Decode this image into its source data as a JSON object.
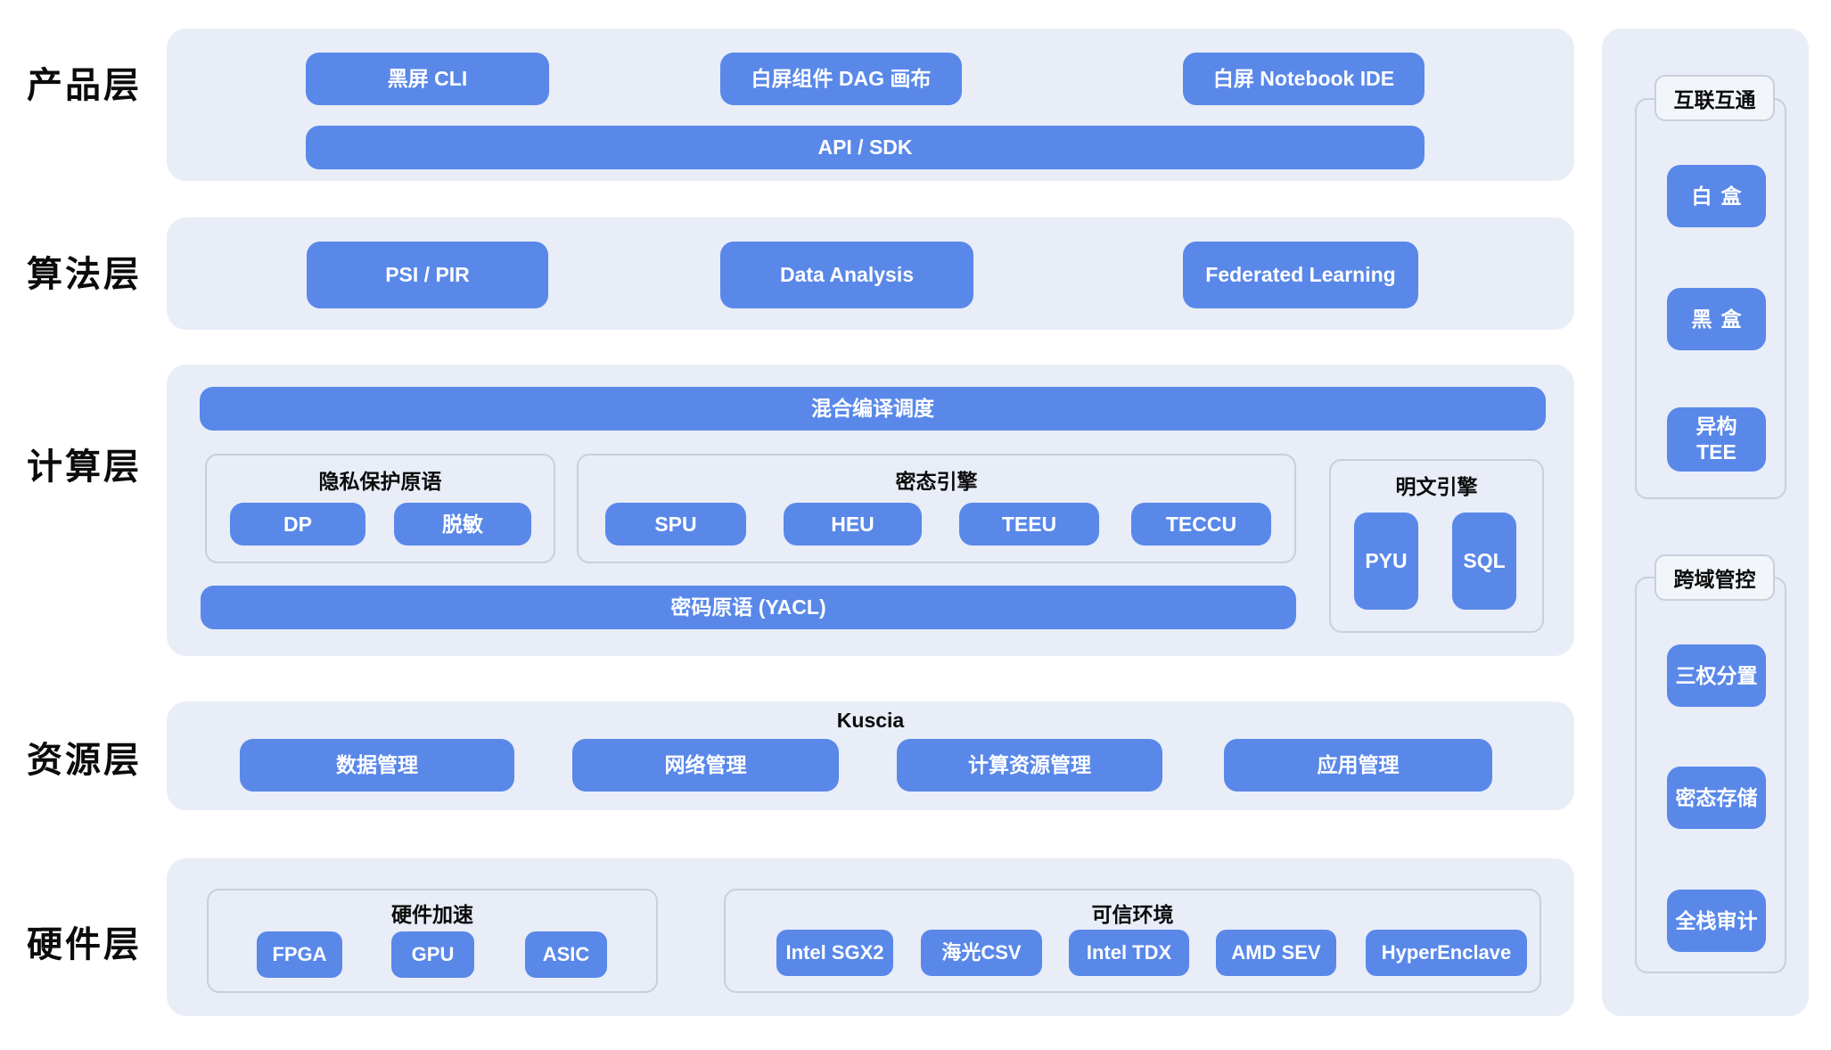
{
  "colors": {
    "accent": "#5988E9",
    "panel_bg": "#E8EDF7",
    "group_border": "#C9CFDB",
    "tab_bg": "#F2F6FB",
    "text": "#0B0B0B",
    "button_text": "#FFFFFF"
  },
  "layers": {
    "product": {
      "label": "产品层",
      "cli": "黑屏 CLI",
      "dag_canvas": "白屏组件 DAG 画布",
      "notebook_ide": "白屏 Notebook IDE",
      "api_sdk": "API / SDK"
    },
    "algorithm": {
      "label": "算法层",
      "psi_pir": "PSI / PIR",
      "data_analysis": "Data Analysis",
      "federated_learning": "Federated Learning"
    },
    "compute": {
      "label": "计算层",
      "scheduler_bar": "混合编译调度",
      "privacy_group": {
        "title": "隐私保护原语",
        "dp": "DP",
        "masking": "脱敏"
      },
      "secret_engines": {
        "title": "密态引擎",
        "spu": "SPU",
        "heu": "HEU",
        "teeu": "TEEU",
        "teccu": "TECCU"
      },
      "plaintext_engines": {
        "title": "明文引擎",
        "pyu": "PYU",
        "sql": "SQL"
      },
      "crypto_bar": "密码原语 (YACL)"
    },
    "resource": {
      "label": "资源层",
      "kuscia": "Kuscia",
      "data_mgmt": "数据管理",
      "network_mgmt": "网络管理",
      "compute_resource_mgmt": "计算资源管理",
      "app_mgmt": "应用管理"
    },
    "hardware": {
      "label": "硬件层",
      "acceleration": {
        "title": "硬件加速",
        "fpga": "FPGA",
        "gpu": "GPU",
        "asic": "ASIC"
      },
      "trusted_env": {
        "title": "可信环境",
        "intel_sgx2": "Intel SGX2",
        "hygon_csv": "海光CSV",
        "intel_tdx": "Intel TDX",
        "amd_sev": "AMD SEV",
        "hyperenclave": "HyperEnclave"
      }
    }
  },
  "sidebar": {
    "interconnect": {
      "title": "互联互通",
      "white_box": "白盒",
      "black_box": "黑盒",
      "hetero_tee": "异构\nTEE"
    },
    "governance": {
      "title": "跨域管控",
      "tri_authority": "三权分置",
      "encrypted_storage": "密态存储",
      "full_stack_audit": "全栈审计"
    }
  }
}
